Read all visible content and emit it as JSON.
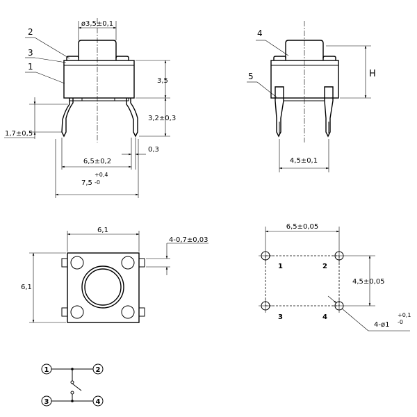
{
  "front_view": {
    "callout_1": "1",
    "callout_2": "2",
    "callout_3": "3",
    "dim_actuator_diameter": "ø3,5±0,1",
    "dim_actuator_height": "3,5",
    "dim_body_height": "3,2±0,3",
    "dim_pin_offset": "1,7±0,5",
    "dim_pin_spacing": "6,5±0,2",
    "dim_pin_thickness": "0,3",
    "dim_overall_width_main": "7,5",
    "dim_overall_width_tol_upper": "+0,4",
    "dim_overall_width_tol_lower": "-0"
  },
  "side_view": {
    "callout_4": "4",
    "callout_5": "5",
    "dim_height": "H",
    "dim_pin_spacing": "4,5±0,1"
  },
  "top_view": {
    "dim_width": "6,1",
    "dim_height": "6,1",
    "dim_pin_width": "4-0,7±0,03"
  },
  "footprint": {
    "dim_horizontal": "6,5±0,05",
    "dim_vertical": "4,5±0,05",
    "hole_main": "4-ø1",
    "hole_tol_upper": "+0,1",
    "hole_tol_lower": "-0",
    "pin_labels": [
      "1",
      "2",
      "3",
      "4"
    ]
  },
  "schematic": {
    "terminals": [
      "1",
      "2",
      "3",
      "4"
    ]
  }
}
